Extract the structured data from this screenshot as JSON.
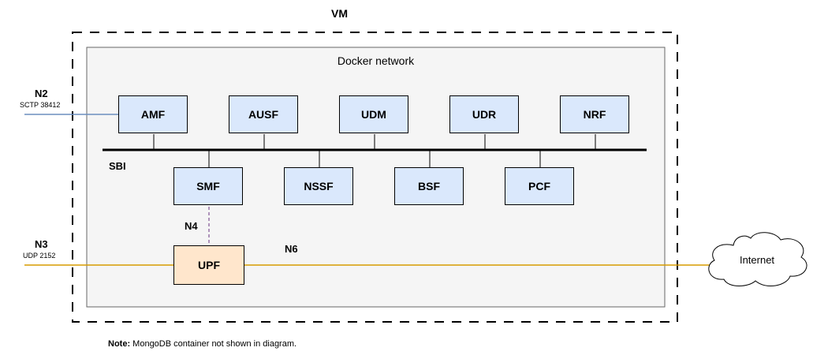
{
  "vm": {
    "title": "VM"
  },
  "docker": {
    "title": "Docker network"
  },
  "functions": {
    "amf": "AMF",
    "ausf": "AUSF",
    "udm": "UDM",
    "udr": "UDR",
    "nrf": "NRF",
    "smf": "SMF",
    "nssf": "NSSF",
    "bsf": "BSF",
    "pcf": "PCF",
    "upf": "UPF"
  },
  "interfaces": {
    "n2": {
      "label": "N2",
      "detail": "SCTP 38412"
    },
    "n3": {
      "label": "N3",
      "detail": "UDP 2152"
    },
    "n4": "N4",
    "n6": "N6",
    "sbi": "SBI"
  },
  "cloud": {
    "label": "Internet"
  },
  "note": {
    "prefix": "Note:",
    "text": " MongoDB container not shown in diagram."
  },
  "colors": {
    "nf_fill": "#dae8fc",
    "upf_fill": "#ffe6cc",
    "docker_fill": "#f5f5f5",
    "n2_line": "#6c8ebf",
    "n3_line": "#d79b00",
    "n4_line": "#9673a6"
  }
}
